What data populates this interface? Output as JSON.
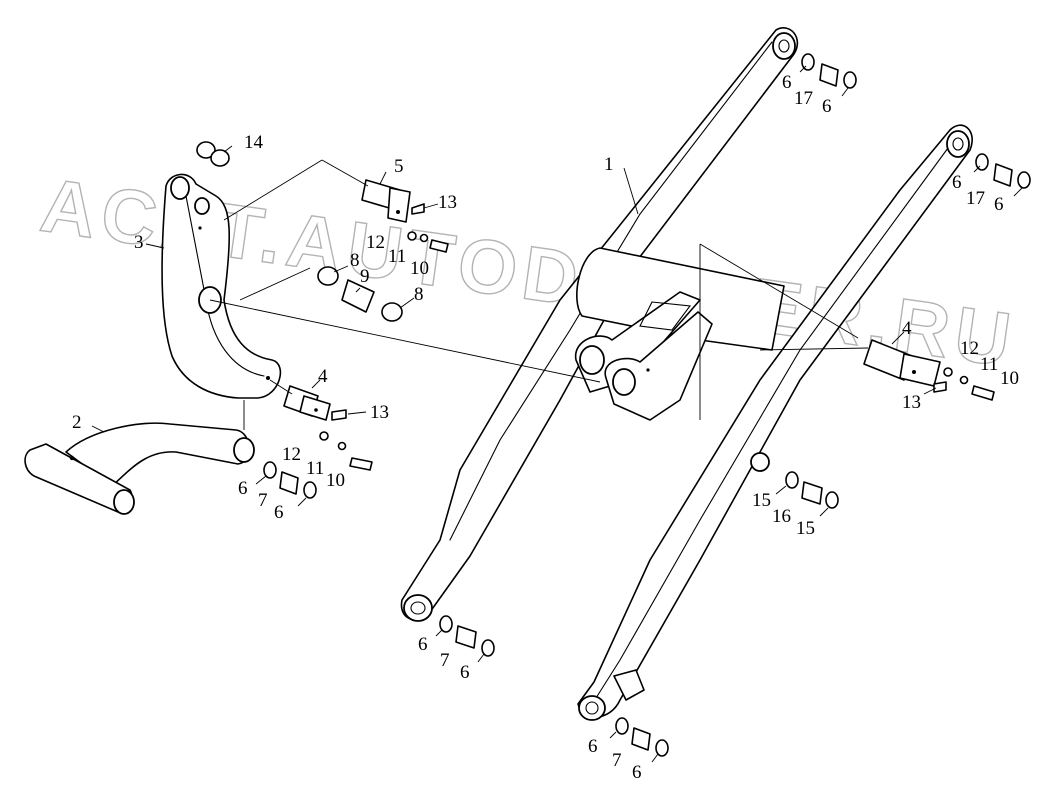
{
  "watermark": "ACAT.AUTODEALER.RU",
  "callouts": [
    {
      "id": "c1",
      "text": "1"
    },
    {
      "id": "c2",
      "text": "2"
    },
    {
      "id": "c3",
      "text": "3"
    },
    {
      "id": "c4a",
      "text": "4"
    },
    {
      "id": "c4b",
      "text": "4"
    },
    {
      "id": "c5",
      "text": "5"
    },
    {
      "id": "c6a",
      "text": "6"
    },
    {
      "id": "c6b",
      "text": "6"
    },
    {
      "id": "c6c",
      "text": "6"
    },
    {
      "id": "c6d",
      "text": "6"
    },
    {
      "id": "c6e",
      "text": "6"
    },
    {
      "id": "c6f",
      "text": "6"
    },
    {
      "id": "c6g",
      "text": "6"
    },
    {
      "id": "c6h",
      "text": "6"
    },
    {
      "id": "c6i",
      "text": "6"
    },
    {
      "id": "c6j",
      "text": "6"
    },
    {
      "id": "c7a",
      "text": "7"
    },
    {
      "id": "c7b",
      "text": "7"
    },
    {
      "id": "c7c",
      "text": "7"
    },
    {
      "id": "c8a",
      "text": "8"
    },
    {
      "id": "c8b",
      "text": "8"
    },
    {
      "id": "c9",
      "text": "9"
    },
    {
      "id": "c10a",
      "text": "10"
    },
    {
      "id": "c10b",
      "text": "10"
    },
    {
      "id": "c10c",
      "text": "10"
    },
    {
      "id": "c11a",
      "text": "11"
    },
    {
      "id": "c11b",
      "text": "11"
    },
    {
      "id": "c11c",
      "text": "11"
    },
    {
      "id": "c12a",
      "text": "12"
    },
    {
      "id": "c12b",
      "text": "12"
    },
    {
      "id": "c12c",
      "text": "12"
    },
    {
      "id": "c13a",
      "text": "13"
    },
    {
      "id": "c13b",
      "text": "13"
    },
    {
      "id": "c13c",
      "text": "13"
    },
    {
      "id": "c14",
      "text": "14"
    },
    {
      "id": "c15a",
      "text": "15"
    },
    {
      "id": "c15b",
      "text": "15"
    },
    {
      "id": "c16",
      "text": "16"
    },
    {
      "id": "c17a",
      "text": "17"
    },
    {
      "id": "c17b",
      "text": "17"
    }
  ]
}
